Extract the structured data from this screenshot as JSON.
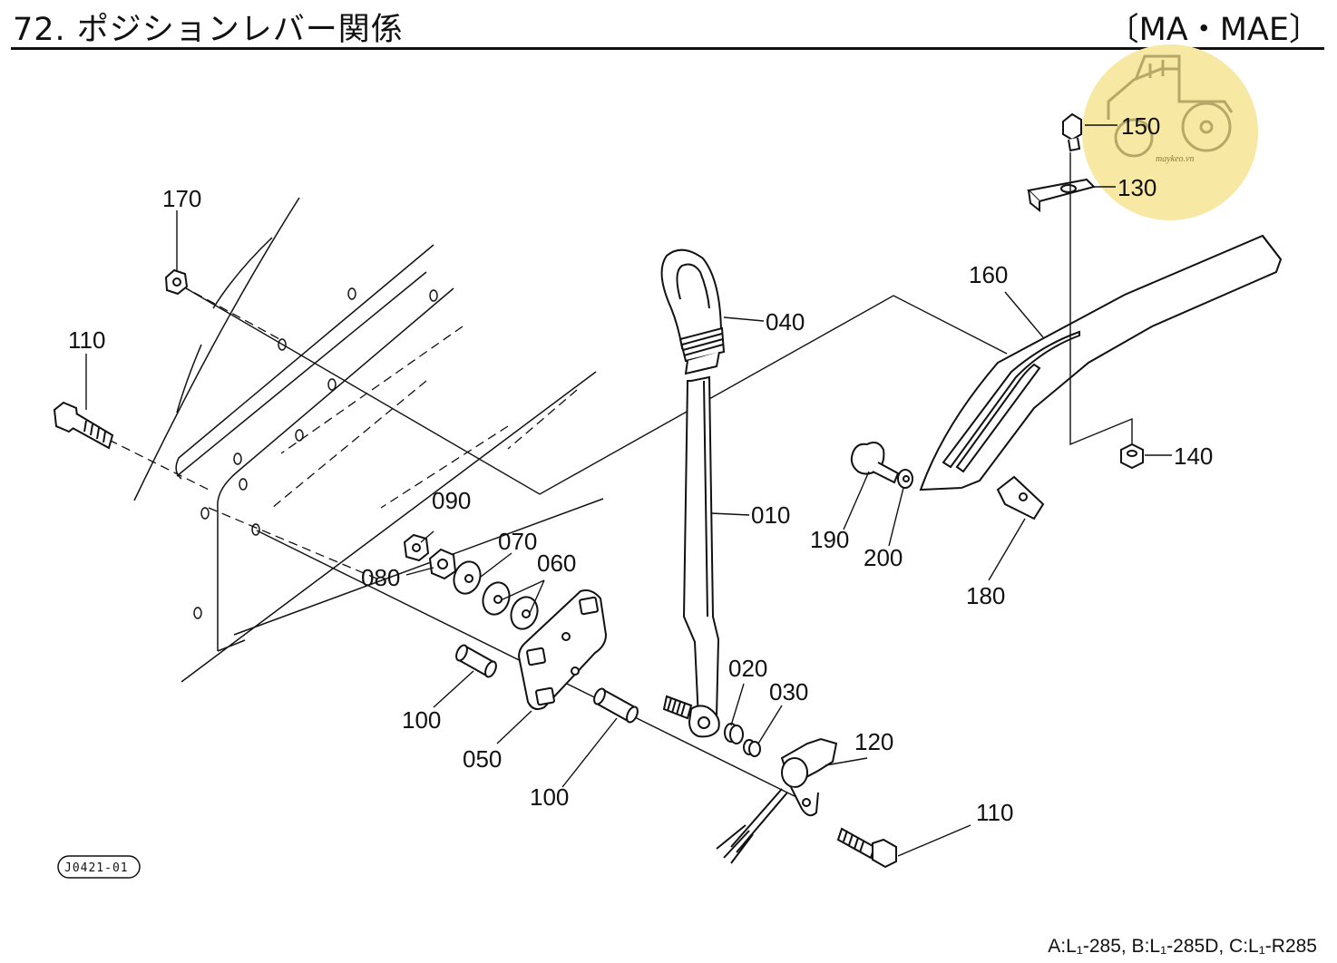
{
  "header": {
    "title": "72. ポジションレバー関係",
    "model_tag": "〔MA・MAE〕"
  },
  "diagram_code": "J0421-01",
  "footer_note": "A:L₁-285, B:L₁-285D, C:L₁-R285",
  "watermark": {
    "text": "maykeo.vn",
    "color": "#f6e7a6"
  },
  "parts": {
    "p010": "010",
    "p020": "020",
    "p030": "030",
    "p040": "040",
    "p050": "050",
    "p060": "060",
    "p070": "070",
    "p080": "080",
    "p090": "090",
    "p100a": "100",
    "p100b": "100",
    "p110a": "110",
    "p110b": "110",
    "p120": "120",
    "p130": "130",
    "p140": "140",
    "p150": "150",
    "p160": "160",
    "p170": "170",
    "p180": "180",
    "p190": "190",
    "p200": "200"
  }
}
